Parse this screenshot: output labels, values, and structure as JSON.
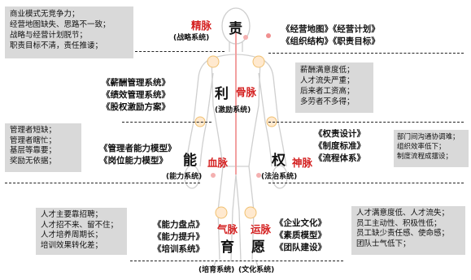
{
  "top_left_box": [
    "商业模式无竞争力；",
    "经营地图缺失、思路不一致；",
    "战略与经营计划脱节；",
    "职责目标不清，责任推诿；"
  ],
  "top_right_books": [
    "《经营地图》《经营计划》",
    "《组织结构》《职责目标》"
  ],
  "zhize": {
    "char": "责",
    "meridian": "精脉",
    "system": "(战略系统)"
  },
  "li": {
    "char": "利",
    "meridian": "骨脉",
    "system": "(激励系统)"
  },
  "left_books_li": [
    "《薪酬管理系统》",
    "《绩效管理系统》",
    "《股权激励方案》"
  ],
  "right_box_li": [
    "薪酬满意度低；",
    "人才流失严重；",
    "后来者工资高；",
    "多劳者不多得；"
  ],
  "left_box_neng": [
    "管理者短缺；",
    "管理者瞎忙；",
    "基层等靠要；",
    "奖励无依据；"
  ],
  "neng_books": [
    "《管理者能力模型》",
    "《岗位能力模型》"
  ],
  "neng": {
    "char": "能",
    "meridian": "血脉",
    "system": "(能力系统)"
  },
  "quan": {
    "char": "权",
    "meridian": "神脉",
    "system": "(法治系统)"
  },
  "quan_books": [
    "《权责设计》",
    "《制度标准》",
    "《流程体系》"
  ],
  "right_box_quan": [
    "部门间沟通协调难；",
    "组织效率低下；",
    "制度流程成摆设；"
  ],
  "bottom_left_box": [
    "人才主要靠招聘；",
    "人才招不来、留不住；",
    "人才培养周期长；",
    "培训效果转化差；"
  ],
  "yu_books": [
    "《能力盘点》",
    "《能力提升》",
    "《培训系统》"
  ],
  "yu": {
    "char": "育",
    "meridian": "气脉",
    "system": "(培育系统)"
  },
  "yuan": {
    "char": "愿",
    "meridian": "运脉",
    "system": "(文化系统)"
  },
  "yuan_books": [
    "《企业文化》",
    "《素质模型》",
    "《团队建设》"
  ],
  "bottom_right_box": [
    "人才满意度低、人才流失；",
    "员工主动性、积极性低；",
    "员工缺少责任感、使命感；",
    "团队士气低下；"
  ],
  "colors": {
    "accent_red": "#d42020",
    "box_gray": "#d9d9d9"
  }
}
